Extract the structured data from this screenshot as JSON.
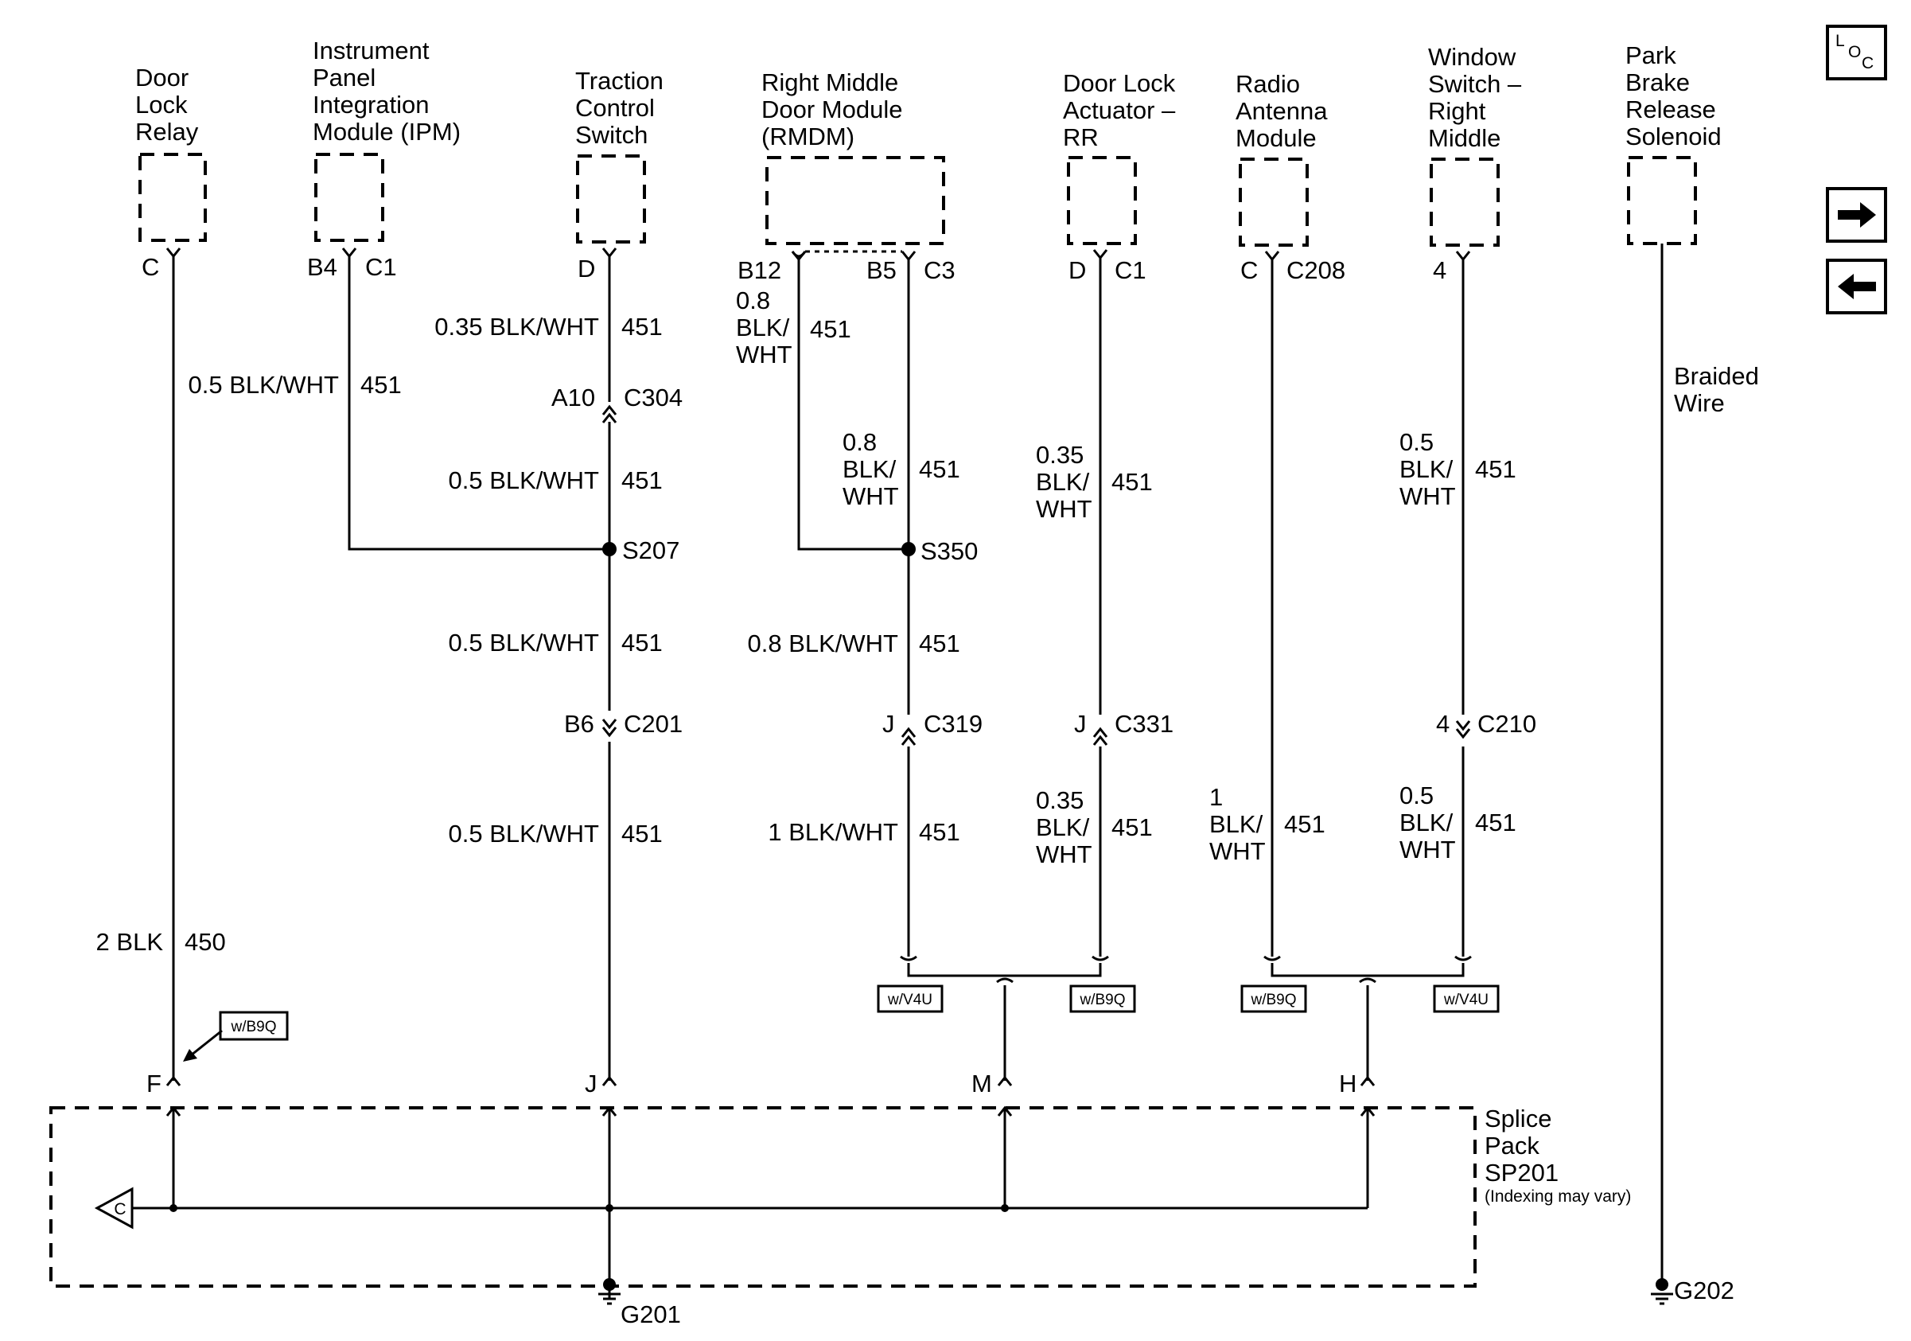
{
  "components": {
    "door_lock_relay": [
      "Door",
      "Lock",
      "Relay"
    ],
    "ipm": [
      "Instrument",
      "Panel",
      "Integration",
      "Module (IPM)"
    ],
    "traction_switch": [
      "Traction",
      "Control",
      "Switch"
    ],
    "rmdm": [
      "Right Middle",
      "Door Module",
      "(RMDM)"
    ],
    "door_lock_actuator": [
      "Door Lock",
      "Actuator –",
      "RR"
    ],
    "radio_antenna": [
      "Radio",
      "Antenna",
      "Module"
    ],
    "window_switch": [
      "Window",
      "Switch –",
      "Right",
      "Middle"
    ],
    "park_brake": [
      "Park",
      "Brake",
      "Release",
      "Solenoid"
    ]
  },
  "pins": {
    "relay_c": "C",
    "ipm_b4": "B4",
    "ipm_c1": "C1",
    "tcs_d": "D",
    "rmdm_b12": "B12",
    "rmdm_b5": "B5",
    "rmdm_c3": "C3",
    "dla_d": "D",
    "dla_c1": "C1",
    "ram_c": "C",
    "ram_c208": "C208",
    "ws_4": "4",
    "sp_f": "F",
    "sp_j": "J",
    "sp_m": "M",
    "sp_h": "H"
  },
  "connectors": {
    "a10": "A10",
    "c304": "C304",
    "b6": "B6",
    "c201": "C201",
    "j319": "J",
    "c319": "C319",
    "j331": "J",
    "c331": "C331",
    "p4": "4",
    "c210": "C210"
  },
  "splices": {
    "s207": "S207",
    "s350": "S350"
  },
  "grounds": {
    "g201": "G201",
    "g202": "G202"
  },
  "wires": {
    "relay_wire": "2 BLK",
    "relay_circuit": "450",
    "ipm_wire": "0.5 BLK/WHT",
    "ipm_circuit": "451",
    "tcs_top_wire": "0.35 BLK/WHT",
    "tcs_top_circuit": "451",
    "tcs_mid_wire": "0.5 BLK/WHT",
    "tcs_mid_circuit": "451",
    "tcs_low_wire": "0.5 BLK/WHT",
    "tcs_low_circuit": "451",
    "tcs_bot_wire": "0.5 BLK/WHT",
    "tcs_bot_circuit": "451",
    "rmdm_b12_wire": [
      "0.8",
      "BLK/",
      "WHT"
    ],
    "rmdm_b12_circuit": "451",
    "rmdm_b5_wire": [
      "0.8",
      "BLK/",
      "WHT"
    ],
    "rmdm_b5_circuit": "451",
    "rmdm_low_wire": "0.8 BLK/WHT",
    "rmdm_low_circuit": "451",
    "rmdm_bot_wire": "1 BLK/WHT",
    "rmdm_bot_circuit": "451",
    "dla_top_wire": [
      "0.35",
      "BLK/",
      "WHT"
    ],
    "dla_top_circuit": "451",
    "dla_bot_wire": [
      "0.35",
      "BLK/",
      "WHT"
    ],
    "dla_bot_circuit": "451",
    "ram_wire": [
      "1",
      "BLK/",
      "WHT"
    ],
    "ram_circuit": "451",
    "ws_top_wire": [
      "0.5",
      "BLK/",
      "WHT"
    ],
    "ws_top_circuit": "451",
    "ws_bot_wire": [
      "0.5",
      "BLK/",
      "WHT"
    ],
    "ws_bot_circuit": "451",
    "park_wire": [
      "Braided",
      "Wire"
    ]
  },
  "options": {
    "relay_option": "w/B9Q",
    "rmdm_option": "w/V4U",
    "dla_option": "w/B9Q",
    "ram_option": "w/B9Q",
    "ws_option": "w/V4U"
  },
  "splice_pack": [
    "Splice",
    "Pack",
    "SP201"
  ],
  "splice_note": "(Indexing may vary)",
  "splice_conn_letter": "C",
  "nav": {
    "loc": [
      "L",
      "O",
      "C"
    ],
    "next_icon": "arrow-right-icon",
    "prev_icon": "arrow-left-icon"
  }
}
